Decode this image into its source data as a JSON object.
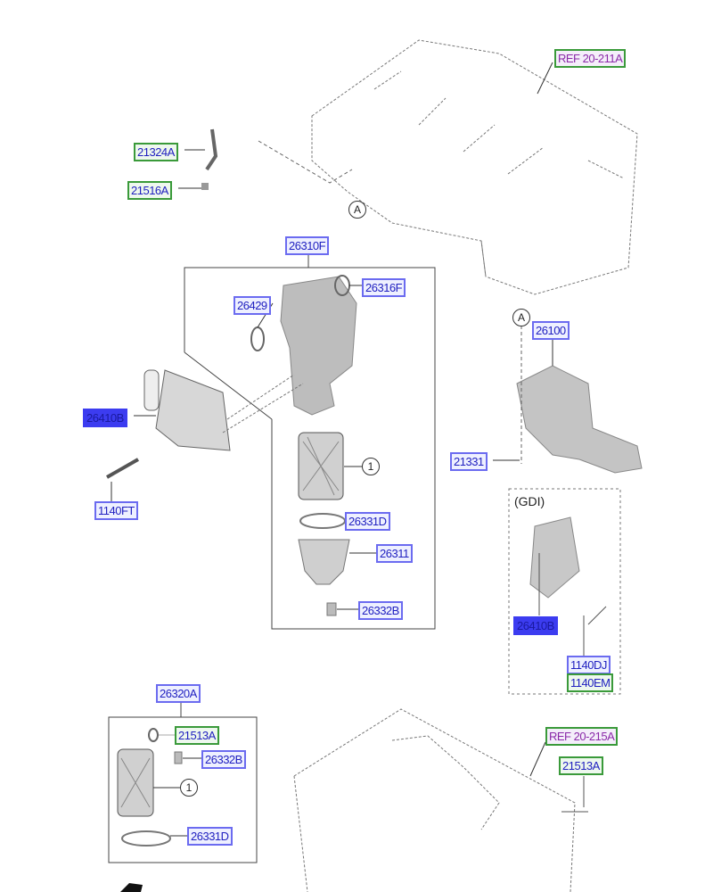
{
  "labels": {
    "ref_block": "REF 20-211A",
    "p21324A": "21324A",
    "p21516A": "21516A",
    "p26310F": "26310F",
    "p26316F": "26316F",
    "p26429": "26429",
    "p26410B": "26410B",
    "p1140FT": "1140FT",
    "p26100": "26100",
    "p21331": "21331",
    "p26331D": "26331D",
    "p26311": "26311",
    "p26332B": "26332B",
    "gdi": "(GDI)",
    "p26410B_gdi": "26410B",
    "p1140DJ": "1140DJ",
    "p1140EM": "1140EM",
    "p26320A": "26320A",
    "p21513A_kit": "21513A",
    "p26332B_kit": "26332B",
    "p26331D_kit": "26331D",
    "ref_pan": "REF 20-215A",
    "p21513A_pan": "21513A"
  },
  "markers": {
    "a": "A",
    "one": "1"
  }
}
